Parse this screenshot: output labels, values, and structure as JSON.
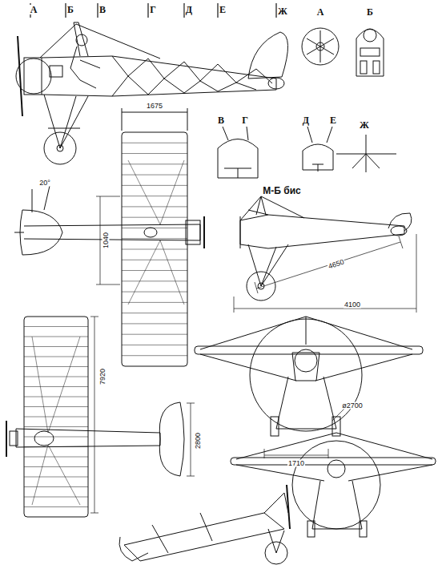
{
  "diagram": {
    "labels": [
      "А",
      "Б",
      "В",
      "Г",
      "Д",
      "Е",
      "Ж",
      "А",
      "Б",
      "В",
      "Г",
      "Д",
      "Е",
      "Ж",
      "М-Б бис",
      "1675",
      "20°",
      "1040",
      "4650",
      "4100",
      "7920",
      "2800",
      "ø2700",
      "1710"
    ]
  }
}
